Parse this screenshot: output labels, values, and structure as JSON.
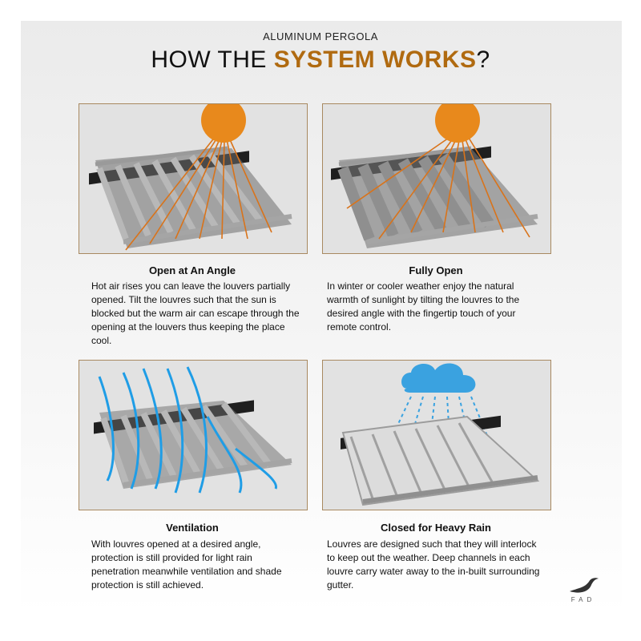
{
  "header": {
    "subtitle": "ALUMINUM PERGOLA",
    "title_prefix": "HOW THE ",
    "title_highlight": "SYSTEM WORKS",
    "title_suffix": "?"
  },
  "panels": [
    {
      "title": "Open at An Angle",
      "body": "Hot air rises you can leave the louvers partially opened. Tilt the louvres such that the sun is blocked but the warm air can escape through the opening at the louvers thus keeping the place cool.",
      "icons": [
        "sun-icon",
        "sun-ray-arrows"
      ]
    },
    {
      "title": "Fully Open",
      "body": "In winter or cooler weather enjoy the natural warmth of sunlight by tilting the louvres to the desired angle with the fingertip touch of your remote control.",
      "icons": [
        "sun-icon",
        "sun-ray-arrows"
      ]
    },
    {
      "title": "Ventilation",
      "body": "With louvres opened at a desired angle, protection is still provided for light rain penetration meanwhile ventilation and shade protection is still achieved.",
      "icons": [
        "airflow-arrows"
      ]
    },
    {
      "title": "Closed for Heavy Rain",
      "body": "Louvres are designed such that they will interlock to keep out the weather. Deep channels in each louvre carry water away to the in-built surrounding gutter.",
      "icons": [
        "rain-cloud-icon",
        "rain-drops"
      ]
    }
  ],
  "logo": {
    "text": "FAD",
    "icon": "bird-logo-icon"
  },
  "colors": {
    "accent": "#b06a10",
    "sun": "#e8891c",
    "ray": "#d9731a",
    "airflow": "#1f9de6",
    "cloud": "#3aa2e0",
    "panel_border": "#a88960"
  }
}
